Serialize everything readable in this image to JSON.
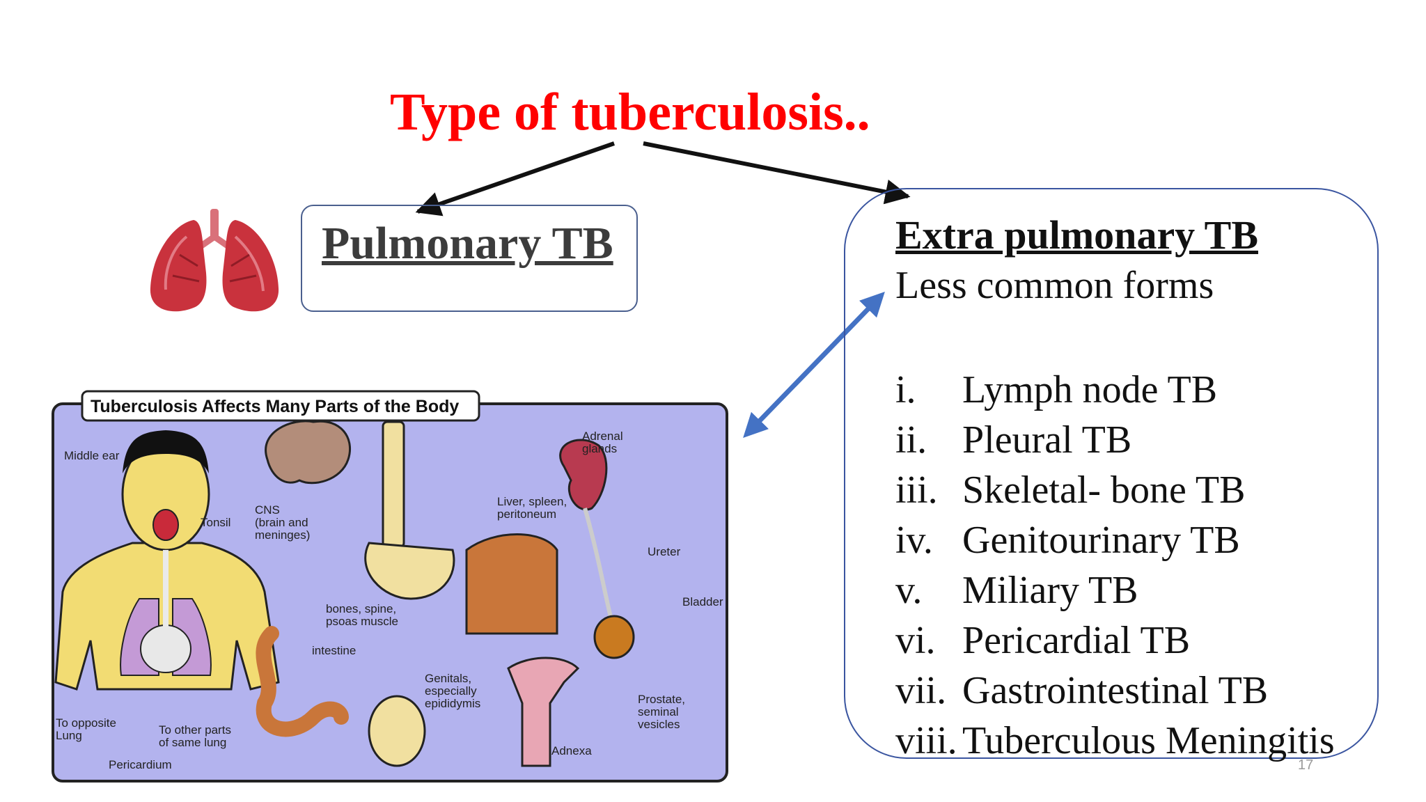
{
  "title": "Type of tuberculosis..",
  "pulmonary": {
    "label": "Pulmonary TB"
  },
  "extra": {
    "title": "Extra pulmonary TB",
    "subtitle": "Less common forms",
    "forms": [
      {
        "num": "i.",
        "label": "Lymph node TB"
      },
      {
        "num": "ii.",
        "label": "Pleural TB"
      },
      {
        "num": "iii.",
        "label": "Skeletal- bone TB"
      },
      {
        "num": "iv.",
        "label": "Genitourinary TB"
      },
      {
        "num": "v.",
        "label": "Miliary TB"
      },
      {
        "num": "vi.",
        "label": "Pericardial TB"
      },
      {
        "num": "vii.",
        "label": "Gastrointestinal TB"
      },
      {
        "num": "viii.",
        "label": "Tuberculous Meningitis"
      }
    ]
  },
  "figure": {
    "title": "Tuberculosis Affects Many Parts of the Body",
    "labels": {
      "middle_ear": "Middle ear",
      "tonsil": "Tonsil",
      "cns": [
        "CNS",
        "(brain and",
        "meninges)"
      ],
      "bones": [
        "bones, spine,",
        "psoas muscle"
      ],
      "adrenal": [
        "Adrenal",
        "glands"
      ],
      "liver": [
        "Liver, spleen,",
        "peritoneum"
      ],
      "ureter": "Ureter",
      "bladder": "Bladder",
      "intestine": "intestine",
      "genitals": [
        "Genitals,",
        "especially",
        "epididymis"
      ],
      "prostate": [
        "Prostate,",
        "seminal",
        "vesicles"
      ],
      "adnexa": "Adnexa",
      "opposite_lung": [
        "To opposite",
        "Lung"
      ],
      "other_parts": [
        "To other parts",
        "of same lung"
      ],
      "pericardium": "Pericardium"
    }
  },
  "page_number": "17",
  "colors": {
    "title": "#ff0000",
    "double_arrow": "#4472c4",
    "box_border": "#3a55a0",
    "figure_bg": "#b3b3ee"
  }
}
